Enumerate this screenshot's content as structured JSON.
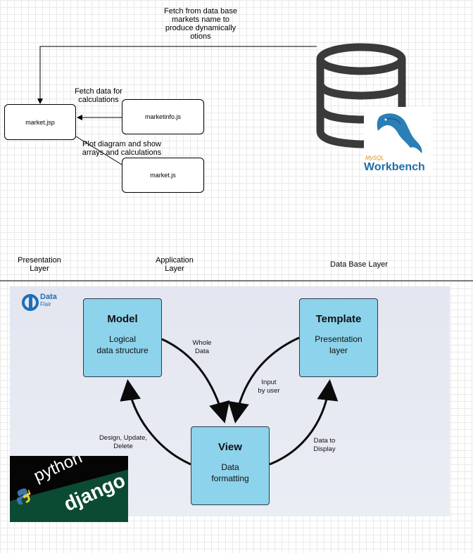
{
  "top_diagram": {
    "fetch_db_label": [
      "Fetch from data base",
      "markets name to",
      "produce dynamically",
      "otions"
    ],
    "fetch_calc_label": [
      "Fetch data for",
      "calculations"
    ],
    "plot_label": [
      "Plot diagram and show",
      "arrays and calculations"
    ],
    "market_jsp": "market.jsp",
    "marketinfo_js": "marketinfo.js",
    "market_js": "market.js",
    "mysql_text": "MySQL",
    "workbench_text": "Workbench"
  },
  "layers": {
    "presentation": [
      "Presentation",
      "Layer"
    ],
    "application": [
      "Application",
      "Layer"
    ],
    "database": "Data Base Layer"
  },
  "mvt": {
    "dataflair_name": "Data",
    "dataflair_sub": "Flair",
    "model_title": "Model",
    "model_desc": [
      "Logical",
      "data structure"
    ],
    "template_title": "Template",
    "template_desc": [
      "Presentation",
      "layer"
    ],
    "view_title": "View",
    "view_desc": [
      "Data",
      "formatting"
    ],
    "whole_data": [
      "Whole",
      "Data"
    ],
    "input_by_user": [
      "Input",
      "by user"
    ],
    "design_update": [
      "Design, Update,",
      "Delete"
    ],
    "data_to_display": [
      "Data to",
      "Display"
    ],
    "python_text": "python",
    "django_text": "django"
  }
}
